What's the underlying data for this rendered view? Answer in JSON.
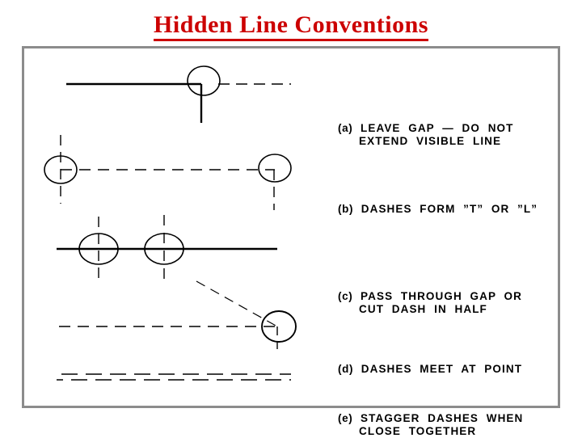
{
  "slide": {
    "title": "Hidden Line Conventions",
    "title_color": "#cc0000",
    "frame_border_color": "#8c8c8c",
    "background_color": "#ffffff",
    "line_color": "#000000"
  },
  "figure": {
    "caption_items": [
      {
        "index": "(a)",
        "line1": "LEAVE  GAP  —  DO  NOT",
        "line2": "EXTEND  VISIBLE  LINE"
      },
      {
        "index": "(b)",
        "line1": "DASHES  FORM  ”T”  OR  ”L”",
        "line2": ""
      },
      {
        "index": "(c)",
        "line1": "PASS  THROUGH  GAP  OR",
        "line2": "CUT  DASH  IN  HALF"
      },
      {
        "index": "(d)",
        "line1": "DASHES  MEET  AT  POINT",
        "line2": ""
      },
      {
        "index": "(e)",
        "line1": "STAGGER  DASHES  WHEN",
        "line2": "CLOSE  TOGETHER"
      }
    ]
  }
}
